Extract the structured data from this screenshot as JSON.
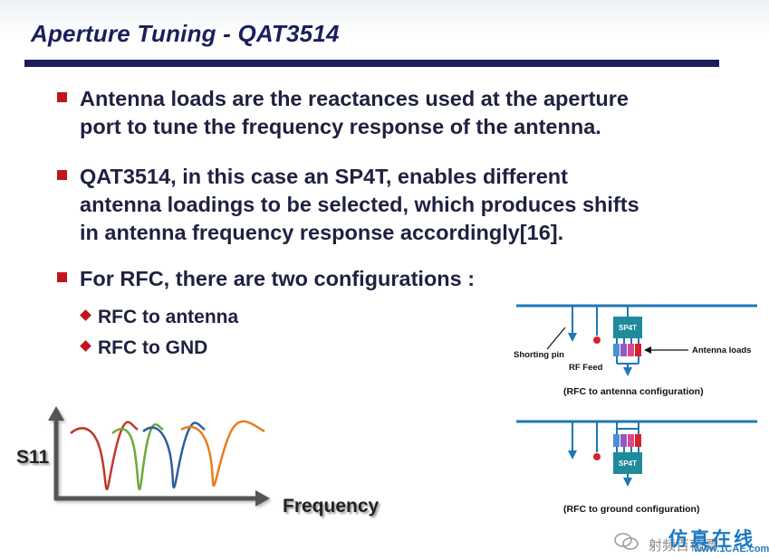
{
  "slide": {
    "title": "Aperture Tuning - QAT3514",
    "bullets": [
      {
        "lines": [
          "Antenna loads are the reactances used at the aperture",
          "port to tune the frequency response of the antenna."
        ]
      },
      {
        "lines": [
          "QAT3514, in this case an SP4T, enables different",
          "antenna loadings to be selected, which produces shifts",
          "in antenna frequency response accordingly[16]."
        ]
      },
      {
        "lines": [
          "For RFC, there are two configurations :"
        ],
        "sub_items": [
          "RFC to antenna",
          "RFC to GND"
        ]
      }
    ]
  },
  "s11_figure": {
    "ylabel": "S11",
    "xlabel": "Frequency",
    "curve_colors": [
      "#c0392b",
      "#6aaa3a",
      "#2c5f9e",
      "#e67e22"
    ]
  },
  "config_diagram": {
    "switch_label": "SP4T",
    "shorting_pin_label": "Shorting pin",
    "rf_feed_label": "RF Feed",
    "antenna_loads_label": "Antenna loads",
    "caption_top": "(RFC to antenna configuration)",
    "caption_bottom": "(RFC to ground configuration)",
    "load_colors": [
      "#4a90d9",
      "#8e5bc2",
      "#d94a8c",
      "#d6232a"
    ],
    "line_color": "#1f77b4",
    "switch_color": "#1f8a9a"
  },
  "footer": {
    "watermark_cn": "射频百花潭",
    "logo_cn": "仿真在线",
    "logo_url": "www.1CAE.com"
  }
}
